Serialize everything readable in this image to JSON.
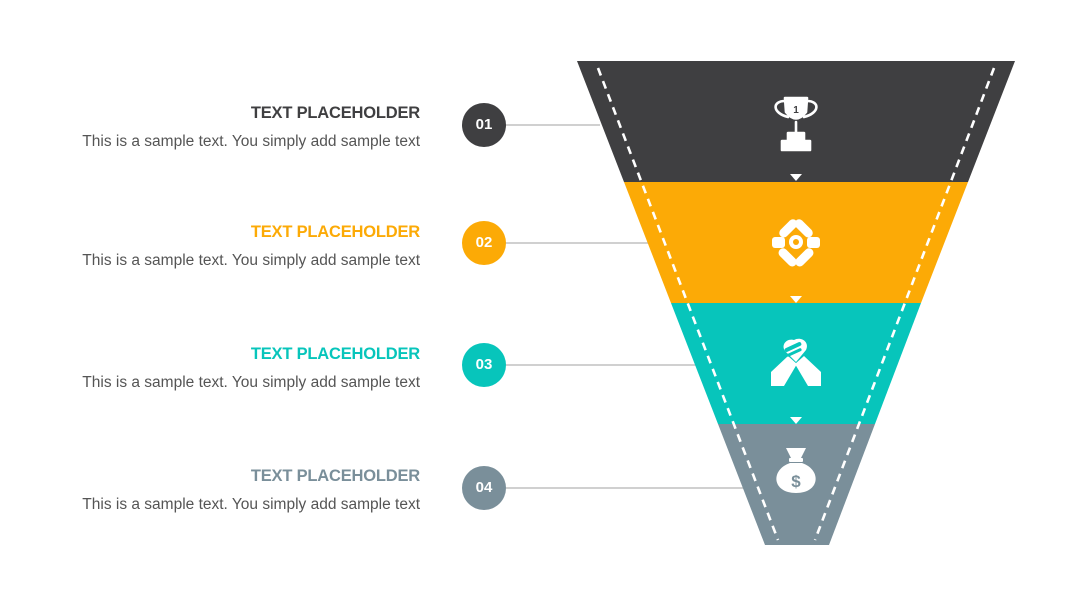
{
  "steps": [
    {
      "number": "01",
      "title": "TEXT PLACEHOLDER",
      "description": "This is a sample text. You simply add sample text",
      "color": "#3f3f41",
      "icon": "trophy-icon"
    },
    {
      "number": "02",
      "title": "TEXT PLACEHOLDER",
      "description": "This is a sample text. You simply add sample text",
      "color": "#fcaa06",
      "icon": "teamwork-hands-icon"
    },
    {
      "number": "03",
      "title": "TEXT PLACEHOLDER",
      "description": "This is a sample text. You simply add sample text",
      "color": "#07c5bb",
      "icon": "handshake-icon"
    },
    {
      "number": "04",
      "title": "TEXT PLACEHOLDER",
      "description": "This is a sample text. You simply add sample text",
      "color": "#7a8f9a",
      "icon": "money-bag-icon"
    }
  ],
  "colors": {
    "description_text": "#555555",
    "connector_line": "#b5b5b5",
    "dashed_border": "#ffffff"
  }
}
